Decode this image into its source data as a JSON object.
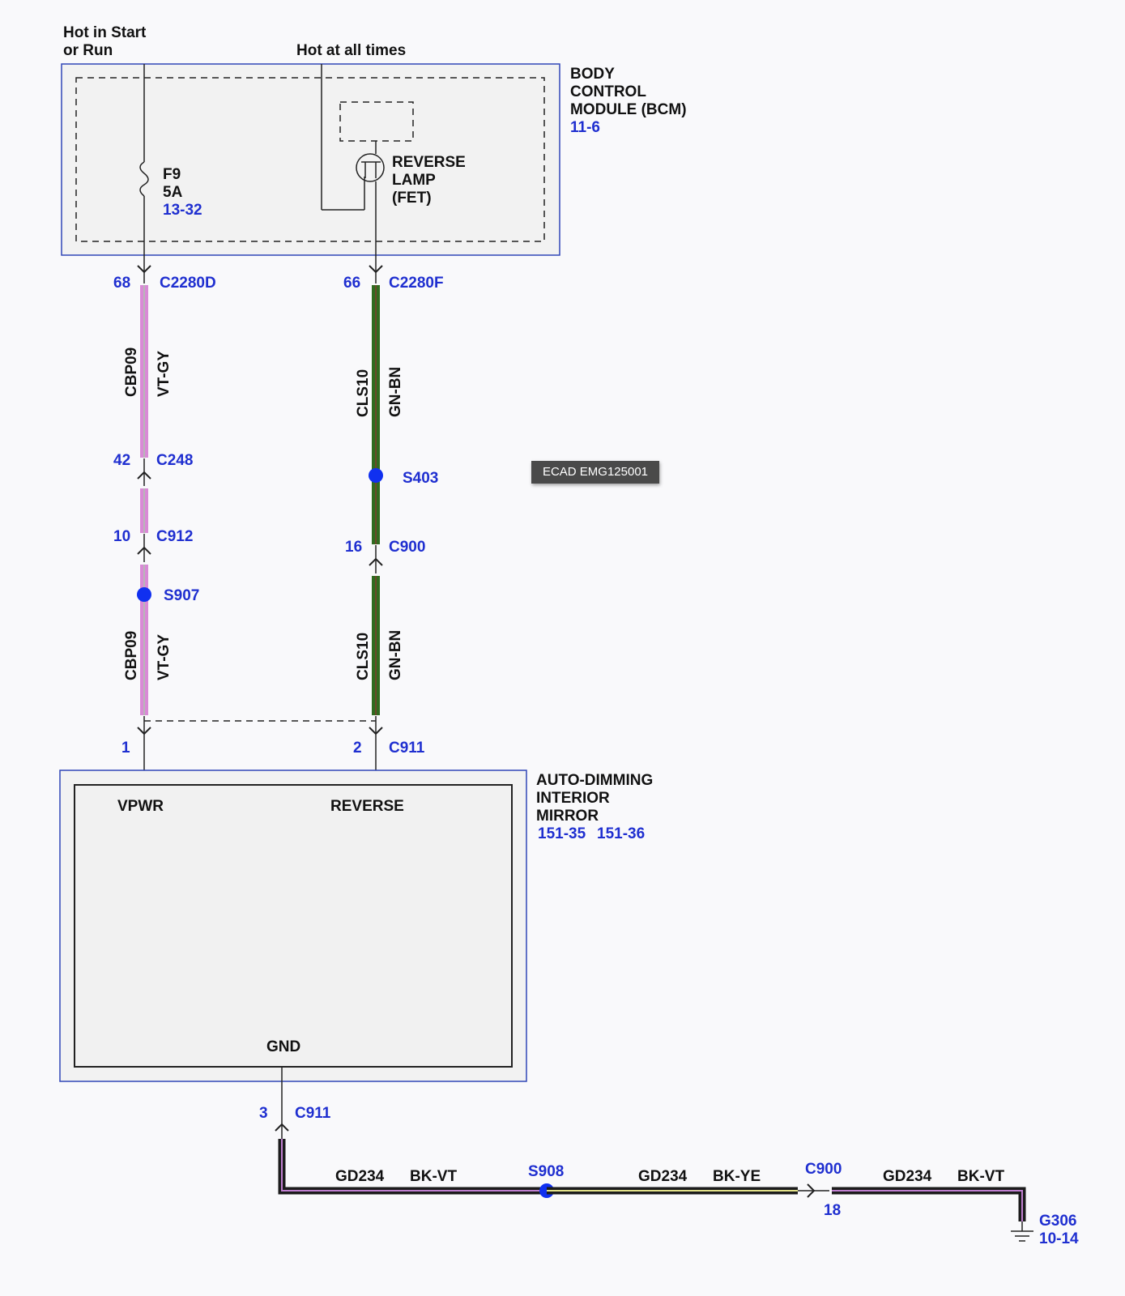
{
  "power_labels": {
    "hot_in_start_line1": "Hot in Start",
    "hot_in_start_line2": "or Run",
    "hot_at_all_times": "Hot at all times"
  },
  "bcm": {
    "name_line1": "BODY",
    "name_line2": "CONTROL",
    "name_line3": "MODULE (BCM)",
    "ref": "11-6",
    "fuse_name": "F9",
    "fuse_rating": "5A",
    "fuse_ref": "13-32",
    "fet_line1": "REVERSE",
    "fet_line2": "LAMP",
    "fet_line3": "(FET)"
  },
  "left_circuit": {
    "pin_top": "68",
    "connector_top": "C2280D",
    "circuit": "CBP09",
    "color": "VT-GY",
    "pin_c248": "42",
    "connector_c248": "C248",
    "pin_c912": "10",
    "connector_c912": "C912",
    "splice": "S907",
    "pin_bottom": "1",
    "wire_color_hex": "#d98ad6"
  },
  "right_circuit": {
    "pin_top": "66",
    "connector_top": "C2280F",
    "circuit": "CLS10",
    "color": "GN-BN",
    "splice": "S403",
    "pin_c900": "16",
    "connector_c900": "C900",
    "pin_bottom": "2",
    "connector_bottom": "C911",
    "wire_color_hex": "#2f6b1f"
  },
  "tag": "ECAD EMG125001",
  "mirror": {
    "name_line1": "AUTO-DIMMING",
    "name_line2": "INTERIOR",
    "name_line3": "MIRROR",
    "ref1": "151-35",
    "ref2": "151-36",
    "pin_vpwr": "VPWR",
    "pin_reverse": "REVERSE",
    "pin_gnd": "GND"
  },
  "ground_circuit": {
    "pin_c911": "3",
    "connector_c911": "C911",
    "seg1_circuit": "GD234",
    "seg1_color": "BK-VT",
    "splice": "S908",
    "seg2_circuit": "GD234",
    "seg2_color": "BK-YE",
    "connector_c900": "C900",
    "pin_c900": "18",
    "seg3_circuit": "GD234",
    "seg3_color": "BK-VT",
    "ground": "G306",
    "ground_ref": "10-14"
  },
  "colors": {
    "reference_blue": "#1f2fd0",
    "splice_blue": "#1030f0",
    "component_border_blue": "#3046b8"
  }
}
